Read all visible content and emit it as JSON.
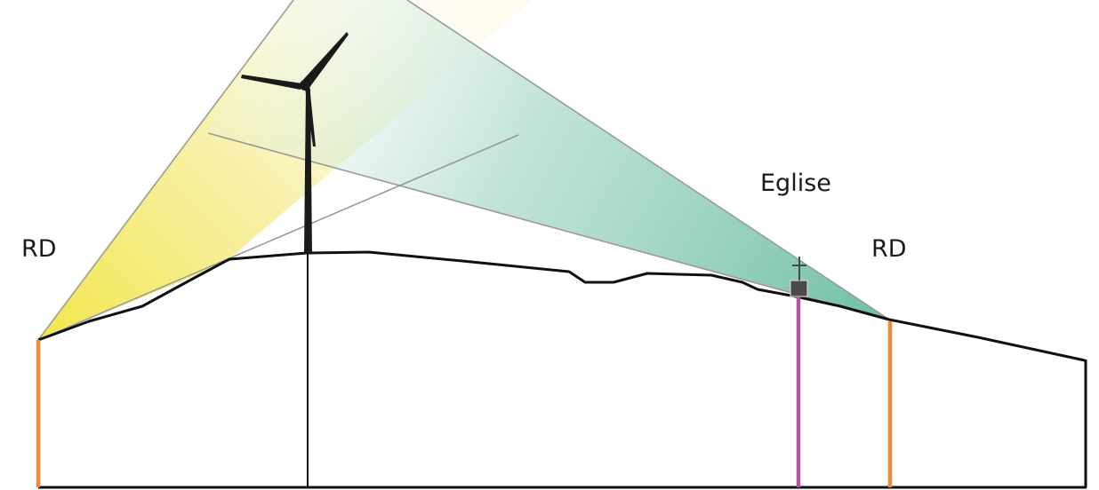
{
  "labels": {
    "left_viewpoint": "RD",
    "church": "Eglise",
    "right_viewpoint": "RD"
  },
  "colors": {
    "viewpoint_marker": "#f08a3a",
    "church_marker": "#b0549e",
    "left_cone_fill": "#f2e64a",
    "right_cone_fill": "#62bc9c",
    "terrain_line": "#111111",
    "sightline": "#9a9a9a",
    "turbine": "#1a1a1a",
    "church_body": "#4a4a4a"
  },
  "elements": {
    "wind_turbine": "wind-turbine-icon",
    "church": "church-icon"
  }
}
